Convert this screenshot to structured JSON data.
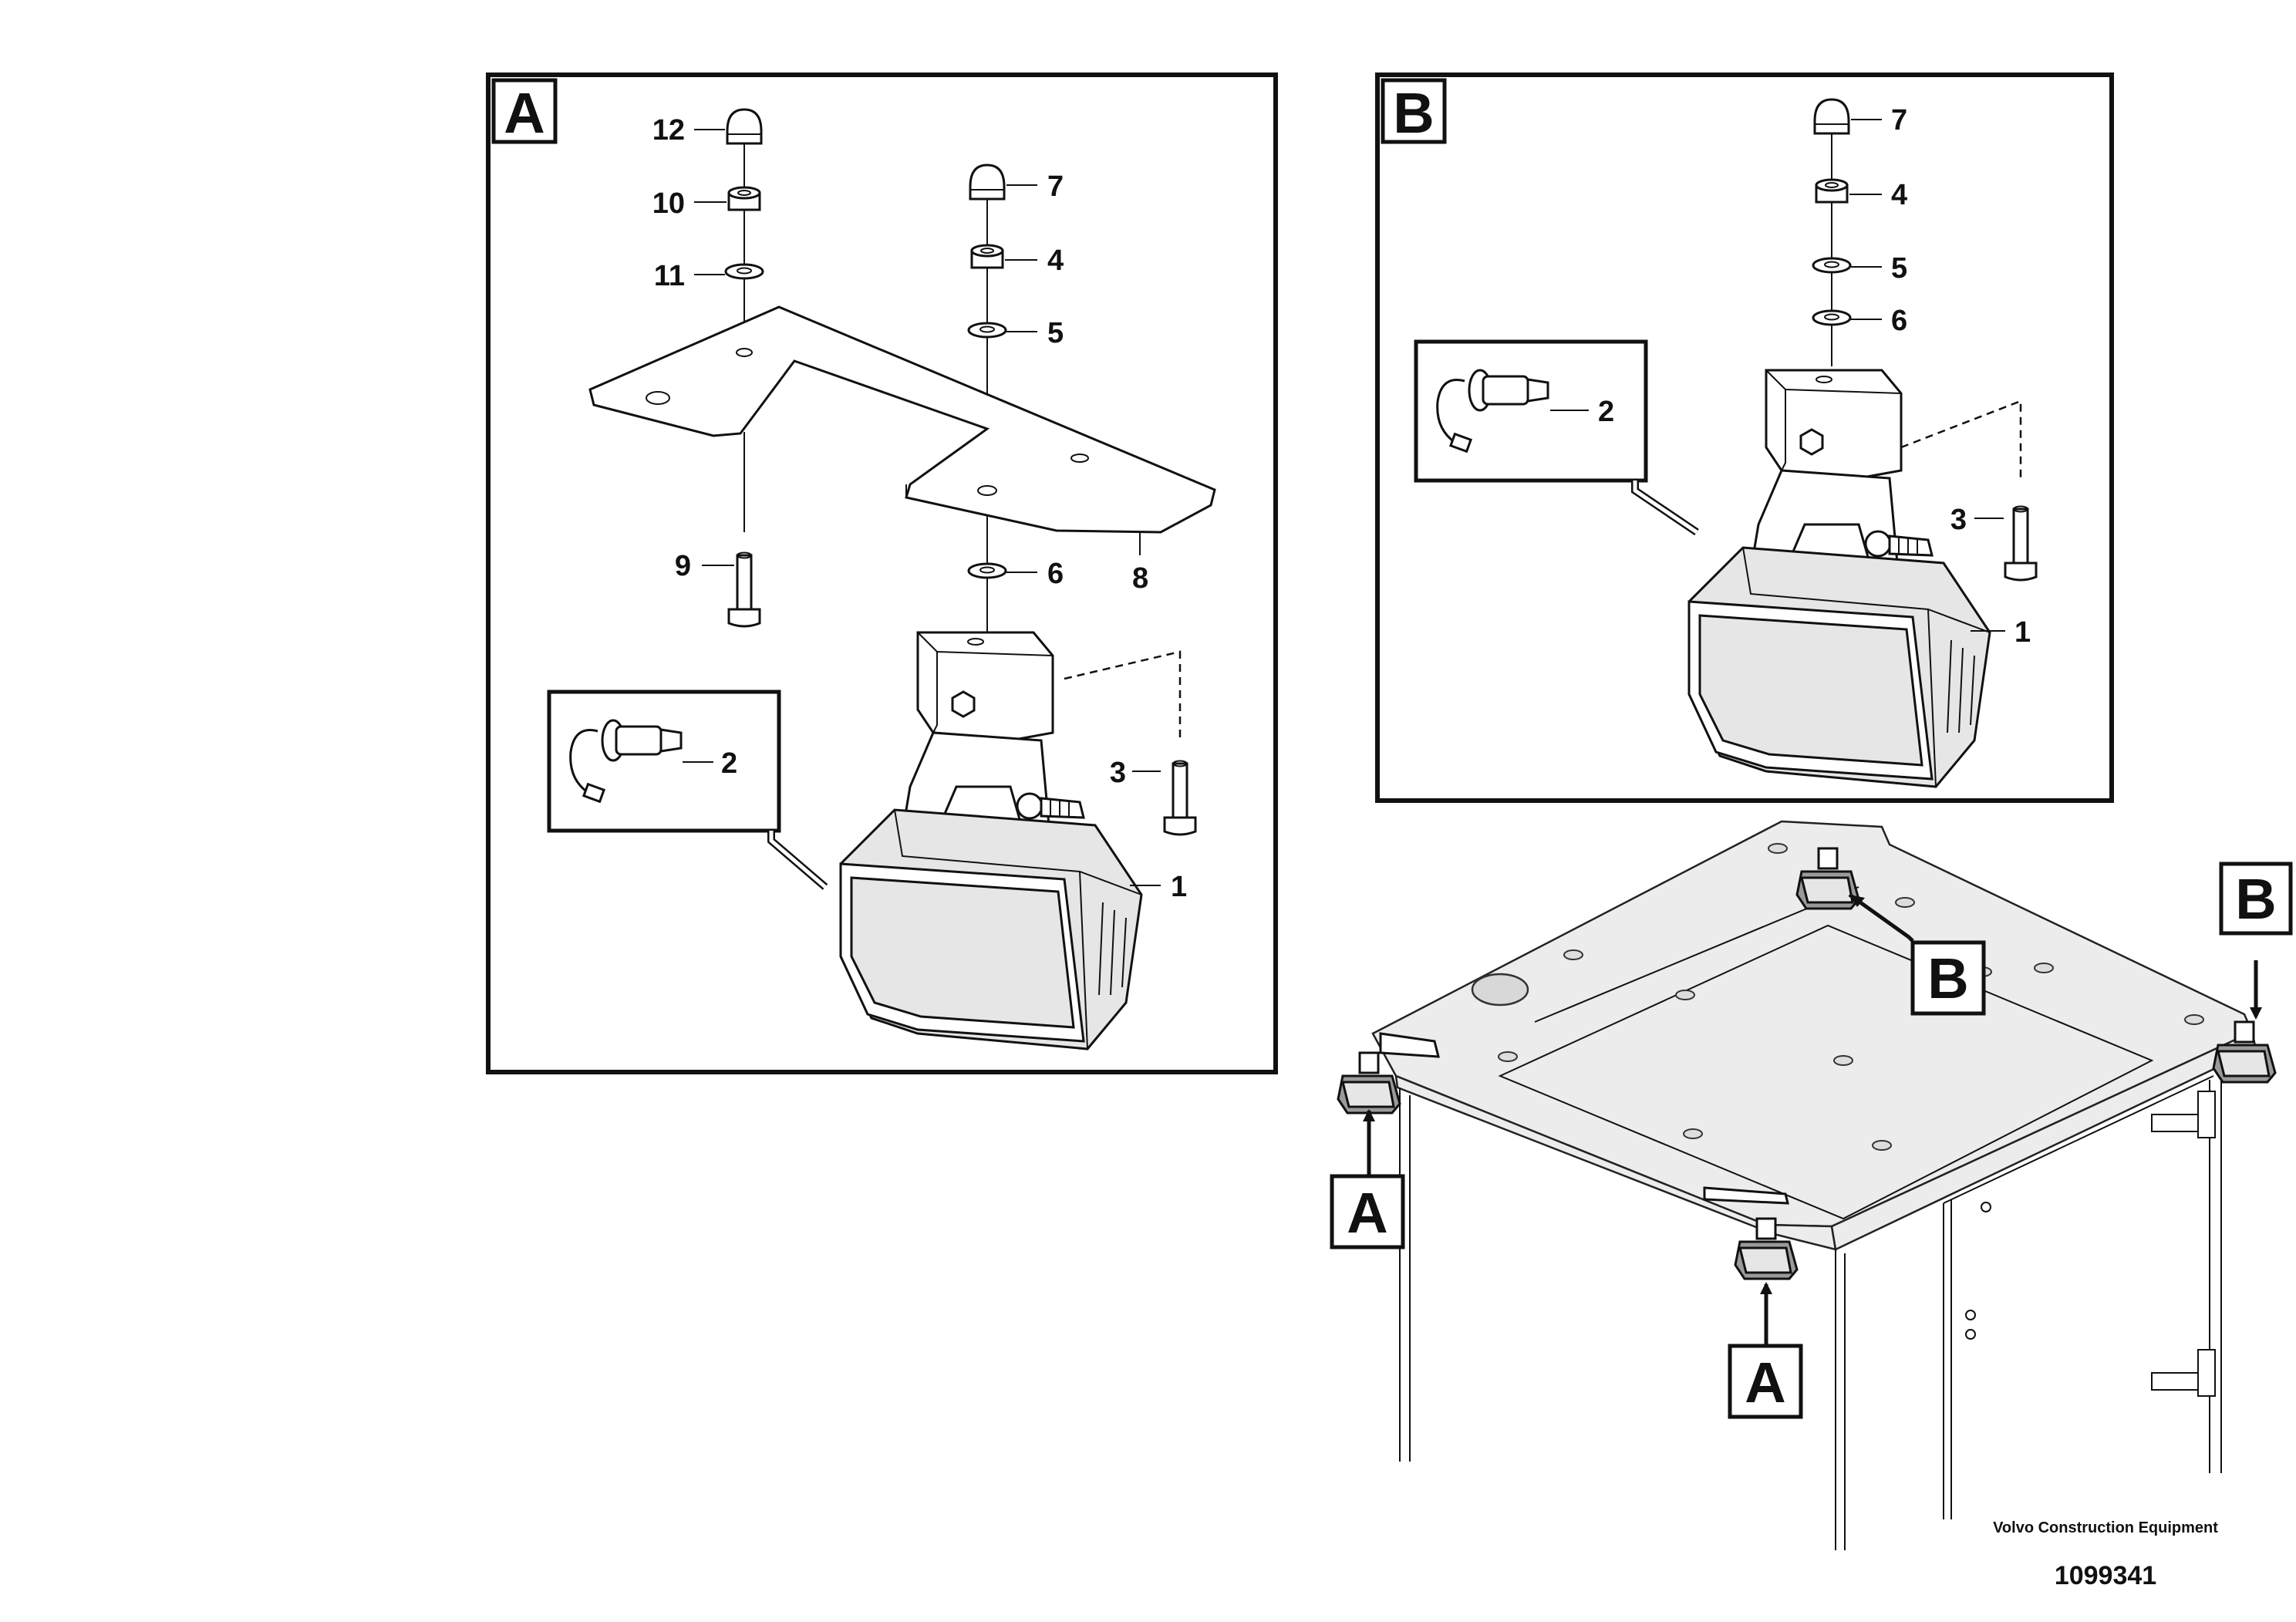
{
  "panels": {
    "a": {
      "letter": "A",
      "labels": [
        "12",
        "10",
        "11",
        "7",
        "4",
        "5",
        "6",
        "8",
        "9",
        "2",
        "3",
        "1"
      ]
    },
    "b": {
      "letter": "B",
      "labels": [
        "7",
        "4",
        "5",
        "6",
        "2",
        "3",
        "1"
      ]
    }
  },
  "callouts": [
    "B",
    "B",
    "A",
    "A"
  ],
  "footer": {
    "company": "Volvo Construction Equipment",
    "drawing_number": "1099341"
  }
}
